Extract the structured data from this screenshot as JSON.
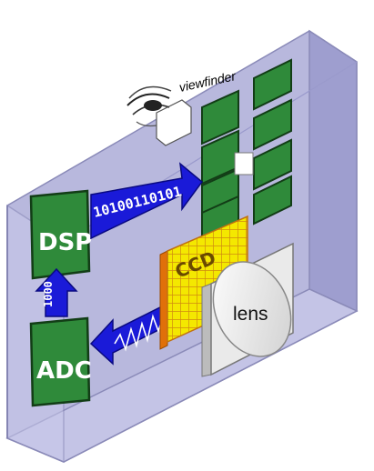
{
  "labels": {
    "viewfinder": "viewfinder",
    "dsp": "DSP",
    "adc": "ADC",
    "ccd": "CCD",
    "lens": "lens",
    "bits_main": "10100110101",
    "bits_vertical": "1000"
  },
  "colors": {
    "board": "#b3b3d9",
    "chip": "#2f8a3a",
    "arrow": "#1a1ad8",
    "ccd_grid": "#f2e600",
    "ccd_edge": "#f08010",
    "lens_glass": "#e8e8e8"
  },
  "icons": {
    "eye": "eye-icon"
  }
}
